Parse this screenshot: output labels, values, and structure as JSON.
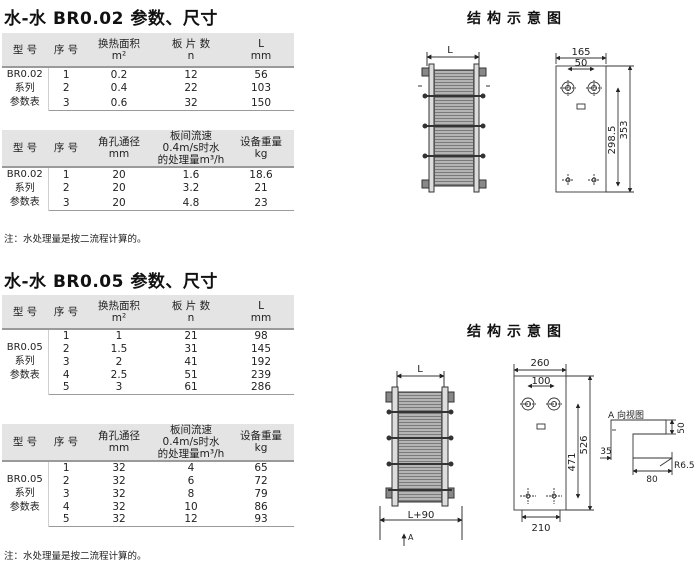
{
  "section1": {
    "title": "水-水 BR0.02 参数、尺寸",
    "diagram_title": "结构示意图",
    "table_a": {
      "headers": [
        "型  号",
        "序 号",
        "换热面积\nm²",
        "板 片 数\nn",
        "L\nmm"
      ],
      "model_label": "BR0.02系列\n参数表",
      "rows": [
        [
          "1",
          "0.2",
          "12",
          "56"
        ],
        [
          "2",
          "0.4",
          "22",
          "103"
        ],
        [
          "3",
          "0.6",
          "32",
          "150"
        ]
      ]
    },
    "table_b": {
      "headers": [
        "型  号",
        "序 号",
        "角孔通径\nmm",
        "板间流速\n0.4m/s时水\n的处理量m³/h",
        "设备重量\nkg"
      ],
      "model_label": "BR0.02系列\n参数表",
      "rows": [
        [
          "1",
          "20",
          "1.6",
          "18.6"
        ],
        [
          "2",
          "20",
          "3.2",
          "21"
        ],
        [
          "3",
          "20",
          "4.8",
          "23"
        ]
      ]
    },
    "note": "注：水处理量是按二流程计算的。",
    "dims": {
      "L": "L",
      "w1": "165",
      "w2": "50",
      "h1": "298.5",
      "h2": "353"
    }
  },
  "section2": {
    "title": "水-水 BR0.05 参数、尺寸",
    "diagram_title": "结构示意图",
    "table_a": {
      "headers": [
        "型  号",
        "序 号",
        "换热面积\nm²",
        "板 片 数\nn",
        "L\nmm"
      ],
      "model_label": "BR0.05\n系列\n参数表",
      "rows": [
        [
          "1",
          "1",
          "21",
          "98"
        ],
        [
          "2",
          "1.5",
          "31",
          "145"
        ],
        [
          "3",
          "2",
          "41",
          "192"
        ],
        [
          "4",
          "2.5",
          "51",
          "239"
        ],
        [
          "5",
          "3",
          "61",
          "286"
        ]
      ]
    },
    "table_b": {
      "headers": [
        "型  号",
        "序 号",
        "角孔通径\nmm",
        "板间流速\n0.4m/s时水\n的处理量m³/h",
        "设备重量\nkg"
      ],
      "model_label": "BR0.05\n系列\n参数表",
      "rows": [
        [
          "1",
          "32",
          "4",
          "65"
        ],
        [
          "2",
          "32",
          "6",
          "72"
        ],
        [
          "3",
          "32",
          "8",
          "79"
        ],
        [
          "4",
          "32",
          "10",
          "86"
        ],
        [
          "5",
          "32",
          "12",
          "93"
        ]
      ]
    },
    "note": "注：水处理量是按二流程计算的。",
    "dims": {
      "L": "L",
      "L90": "L+90",
      "w1": "260",
      "w2": "100",
      "w3": "210",
      "h1": "471",
      "h2": "526",
      "arrow": "A"
    },
    "view": {
      "label": "A 向视图",
      "d50": "50",
      "d35": "35",
      "d80": "80",
      "r": "R6.5"
    }
  }
}
